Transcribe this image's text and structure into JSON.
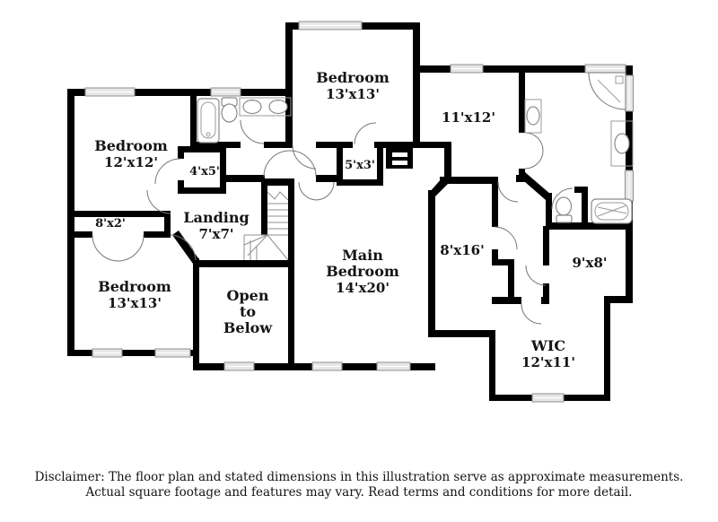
{
  "floorplan": {
    "rooms": {
      "bedroom_tl": {
        "name": "Bedroom",
        "dims": "12'x12'"
      },
      "bedroom_tc": {
        "name": "Bedroom",
        "dims": "13'x13'"
      },
      "room_11x12": {
        "dims": "11'x12'"
      },
      "closet_5x3": {
        "dims": "5'x3'"
      },
      "closet_4x5": {
        "dims": "4'x5'"
      },
      "closet_8x2": {
        "dims": "8'x2'"
      },
      "landing": {
        "name": "Landing",
        "dims": "7'x7'"
      },
      "main_bedroom": {
        "line1": "Main",
        "line2": "Bedroom",
        "dims": "14'x20'"
      },
      "open_below": {
        "line1": "Open",
        "line2": "to",
        "line3": "Below"
      },
      "bedroom_bl": {
        "name": "Bedroom",
        "dims": "13'x13'"
      },
      "room_8x16": {
        "dims": "8'x16'"
      },
      "room_9x8": {
        "dims": "9'x8'"
      },
      "wic": {
        "name": "WIC",
        "dims": "12'x11'"
      }
    },
    "disclaimer": {
      "line1": "Disclaimer: The floor plan and stated dimensions in this illustration serve as approximate measurements.",
      "line2": "Actual square footage and features may vary. Read terms and conditions for more detail."
    },
    "colors": {
      "wall": "#000000",
      "window": "#e6e6e6",
      "text": "#141414"
    }
  }
}
